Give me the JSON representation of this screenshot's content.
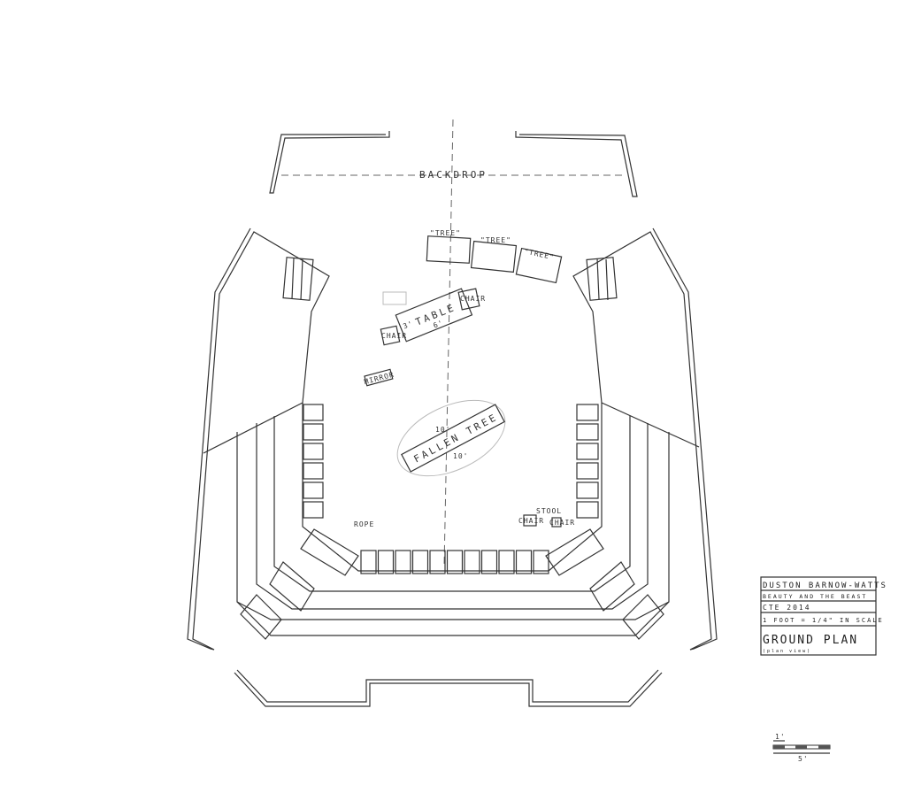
{
  "labels": {
    "backdrop": "BACKDROP",
    "tree1": "\"TREE\"",
    "tree2": "\"TREE\"",
    "tree3": "\"TREE\"",
    "table": "TABLE",
    "table_width": "6'",
    "table_depth": "3'",
    "chair_left": "CHAIR",
    "chair_right": "CHAIR",
    "mirror": "MIRROR",
    "fallen_tree": "FALLEN TREE",
    "fallen_dim1": "10'",
    "fallen_dim2": "10'",
    "rope": "ROPE",
    "stool": "STOOL",
    "chair_dr1": "CHAIR",
    "chair_dr2": "CHAIR"
  },
  "title_block": {
    "designer": "DUSTON BARNOW-WATTS",
    "show": "BEAUTY AND THE BEAST",
    "org": "CTE 2014",
    "scale": "1 FOOT = 1/4\" IN SCALE",
    "title": "GROUND PLAN",
    "subtitle": "(plan view)"
  },
  "scale_bar": {
    "unit_label": "1'",
    "total_label": "5'"
  }
}
